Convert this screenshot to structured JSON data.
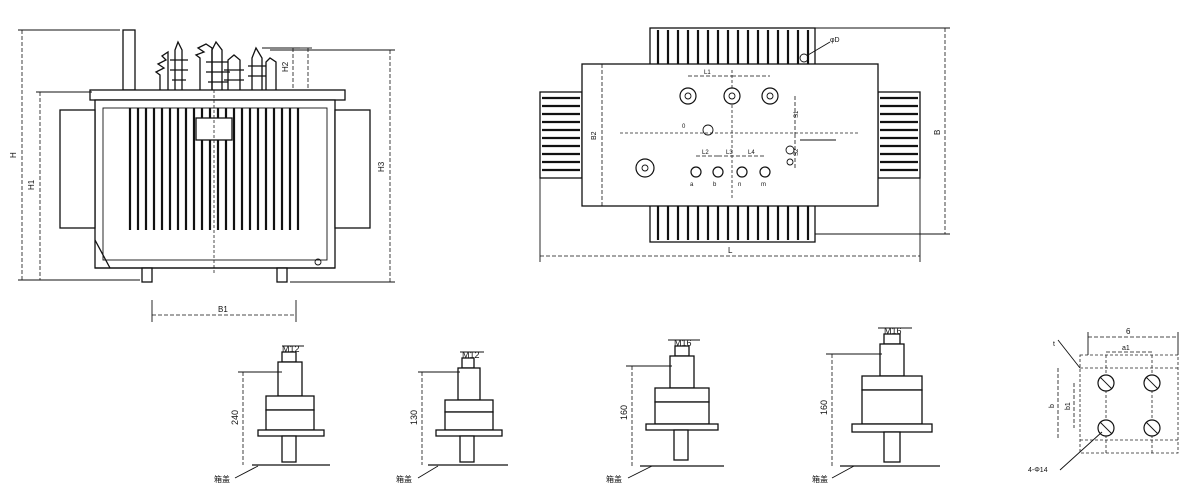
{
  "front_view": {
    "H": "H",
    "H1": "H1",
    "H2": "H2",
    "H3": "H3",
    "B1": "B1"
  },
  "top_view": {
    "phi_label": "φD",
    "L1": "L1",
    "L2": "L2",
    "L3": "L3",
    "L4": "L4",
    "S1": "S1",
    "S2": "S2",
    "a": "a",
    "b": "b",
    "n": "n",
    "m": "m",
    "o": "0",
    "B2": "B2",
    "B": "B",
    "L": "L"
  },
  "terminals": [
    {
      "size": "M12",
      "height": "240",
      "base_label": "箱盖"
    },
    {
      "size": "M12",
      "height": "130",
      "base_label": "箱盖"
    },
    {
      "size": "M16",
      "height": "160",
      "base_label": "箱盖"
    },
    {
      "size": "M16",
      "height": "160",
      "base_label": "箱盖"
    }
  ],
  "mount_plate": {
    "width": "6",
    "hole_spacing": "a1",
    "height": "b",
    "height_inner": "b1",
    "thickness": "t",
    "hole_dia": "4-Φ14"
  }
}
